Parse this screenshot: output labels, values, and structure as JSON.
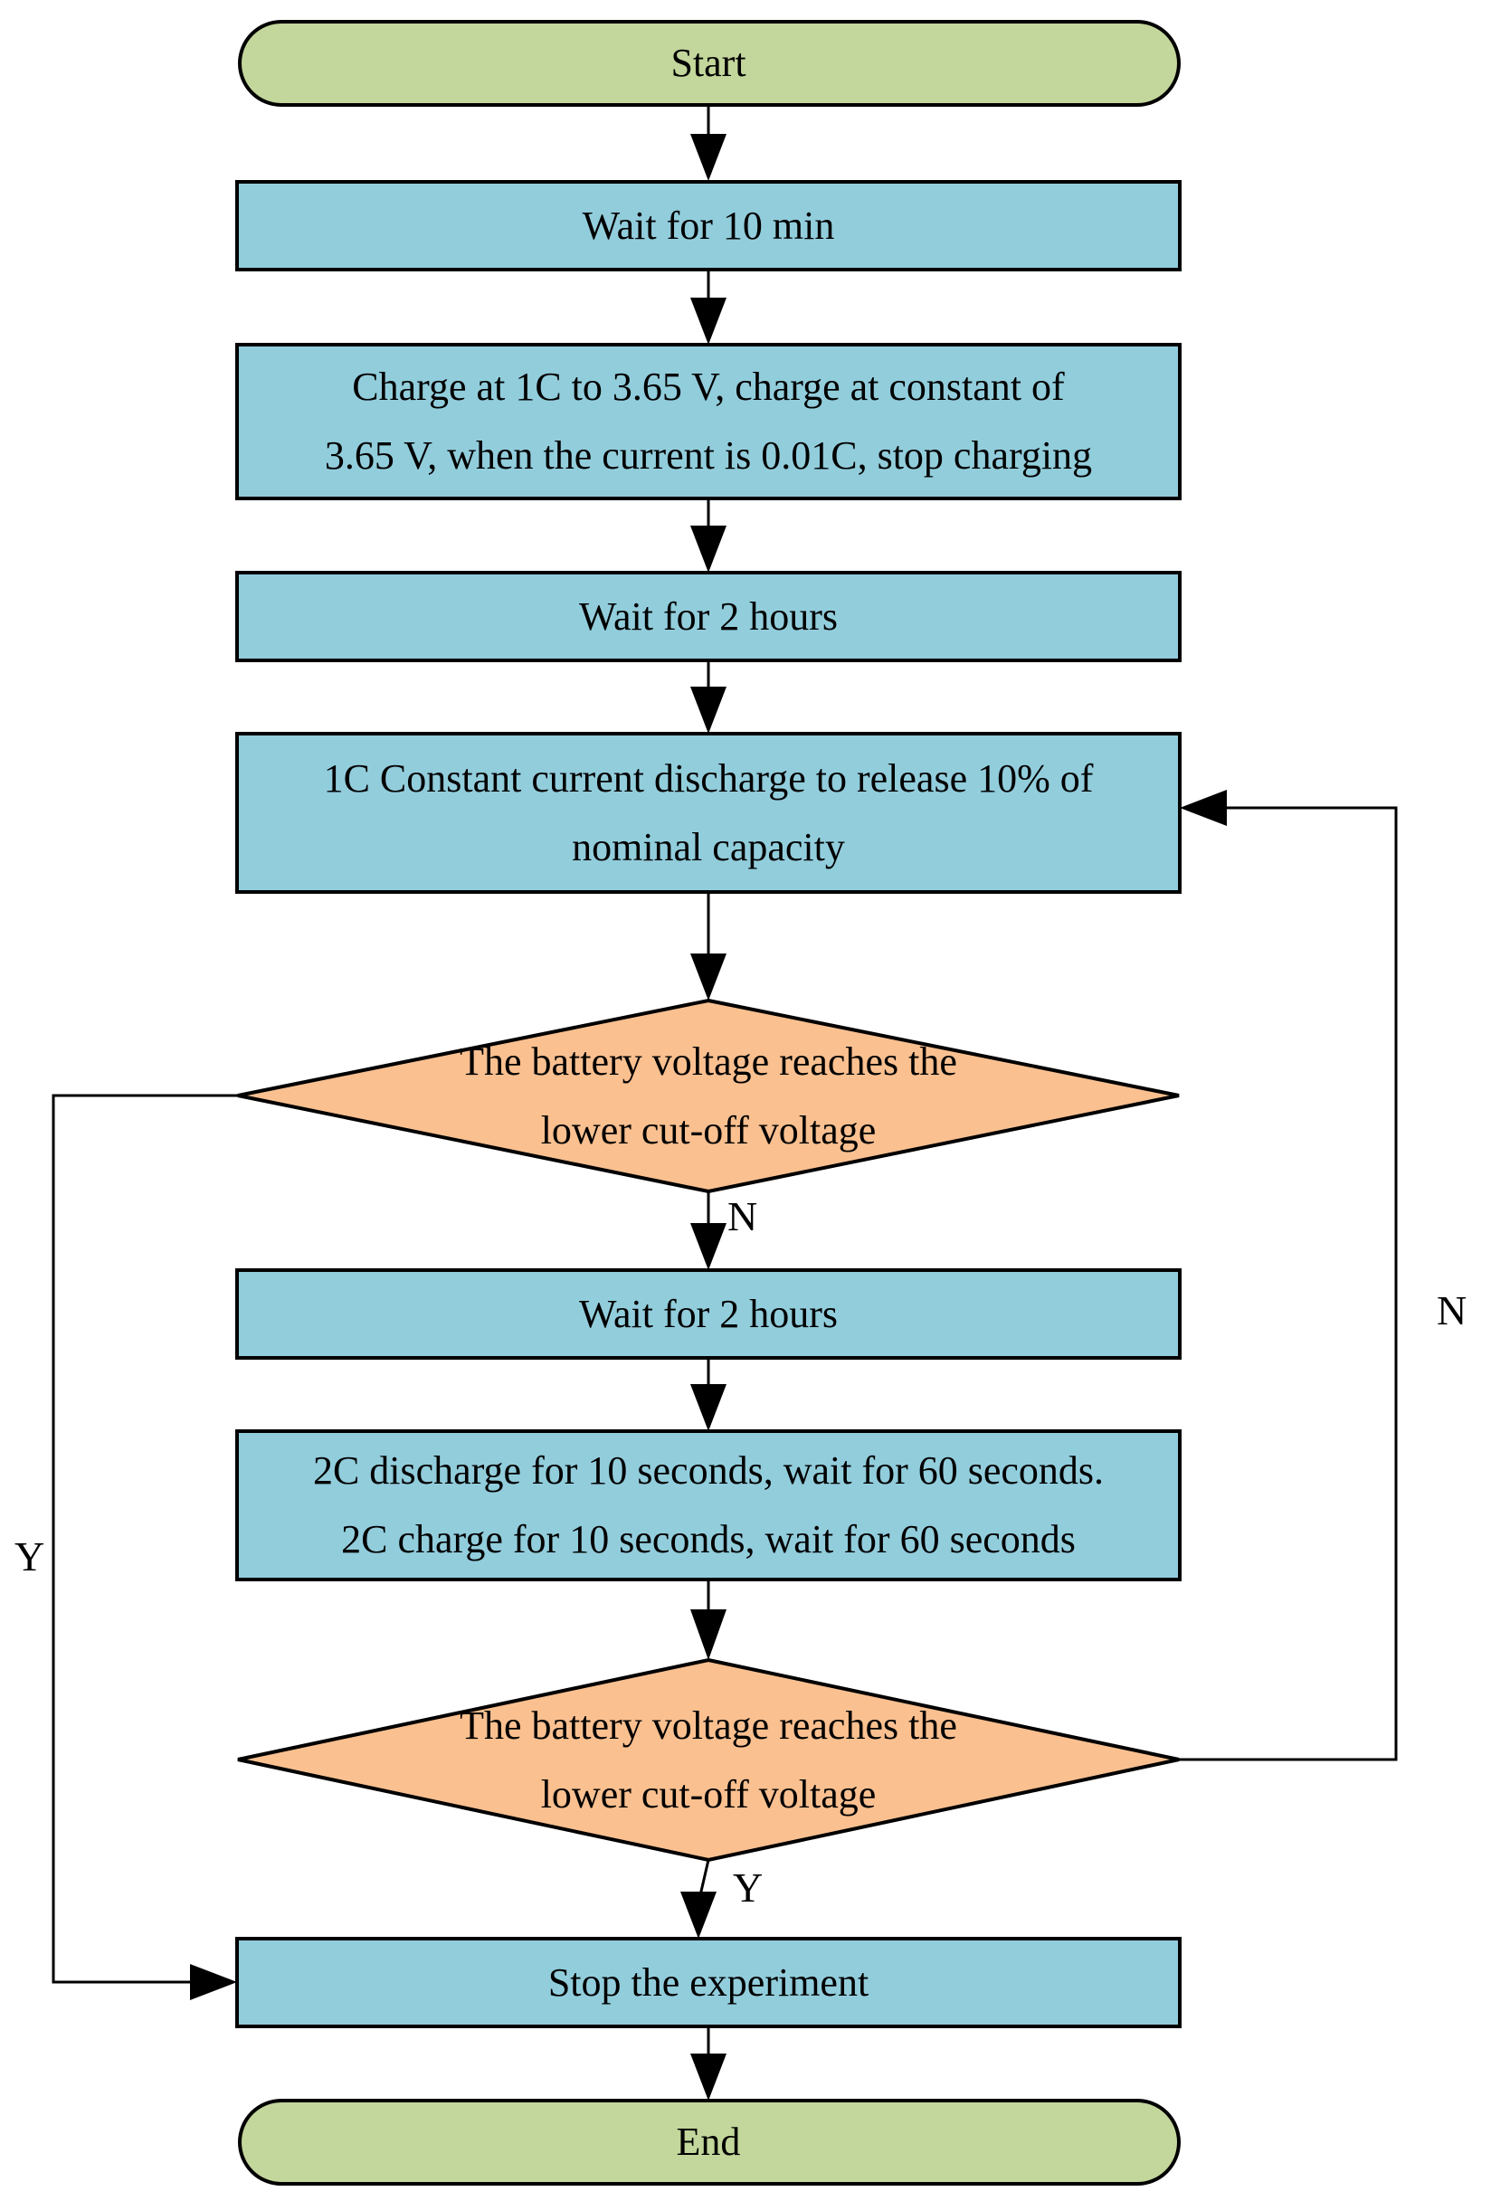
{
  "flowchart": {
    "title_hint": "Battery HPPC test procedure flowchart",
    "colors": {
      "terminal_fill": "#c3d69b",
      "process_fill": "#92cddc",
      "decision_fill": "#fac090",
      "line": "#000000",
      "text": "#000000",
      "background": "#ffffff"
    },
    "nodes": {
      "start": {
        "label": "Start"
      },
      "wait10min": {
        "label": "Wait for 10 min"
      },
      "charge": {
        "label": "Charge at 1C to 3.65 V, charge at constant of\n3.65 V, when the current is 0.01C, stop charging"
      },
      "wait2h_1": {
        "label": "Wait for 2 hours"
      },
      "discharge1c": {
        "label": "1C Constant current discharge to release 10% of\nnominal capacity"
      },
      "decision1": {
        "label": "The battery voltage reaches the\nlower cut-off voltage",
        "no_label": "N",
        "yes_label": "Y"
      },
      "wait2h_2": {
        "label": "Wait for 2 hours"
      },
      "pulse2c": {
        "label": "2C discharge for 10 seconds, wait for 60 seconds.\n2C charge for 10 seconds, wait for 60 seconds"
      },
      "decision2": {
        "label": "The battery voltage reaches the\nlower cut-off voltage",
        "yes_label": "Y",
        "no_label": "N"
      },
      "stop": {
        "label": "Stop the experiment"
      },
      "end": {
        "label": "End"
      }
    }
  }
}
